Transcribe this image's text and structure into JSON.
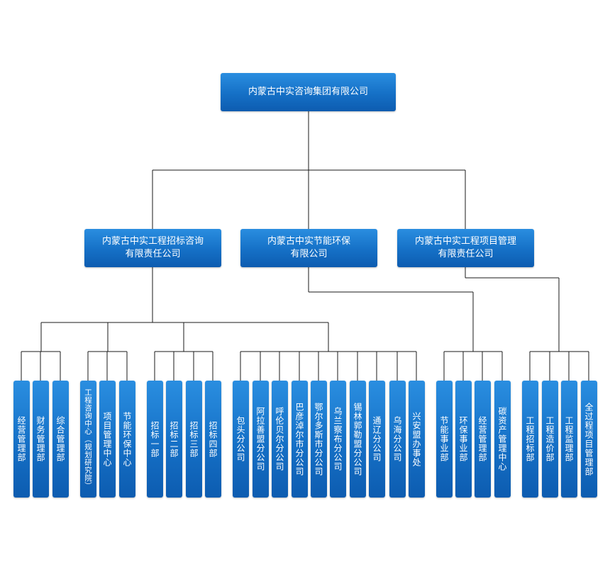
{
  "root": {
    "label": "内蒙古中实咨询集团有限公司"
  },
  "companies": [
    {
      "line1": "内蒙古中实工程招标咨询",
      "line2": "有限责任公司"
    },
    {
      "line1": "内蒙古中实节能环保",
      "line2": "有限公司"
    },
    {
      "line1": "内蒙古中实工程项目管理",
      "line2": "有限责任公司"
    }
  ],
  "departments": {
    "general": [
      "经营管理部",
      "财务管理部",
      "综合管理部"
    ],
    "consulting": [
      "工程咨询中心（规划研究院）",
      "项目管理中心",
      "节能环保中心"
    ],
    "bidding": [
      "招标一部",
      "招标二部",
      "招标三部",
      "招标四部"
    ],
    "branches": [
      "包头分公司",
      "阿拉善盟分公司",
      "呼伦贝尔分公司",
      "巴彦淖尔市分公司",
      "鄂尔多斯市分公司",
      "乌兰察布分公司",
      "锡林郭勒盟分公司",
      "通辽分公司",
      "乌海分公司",
      "兴安盟办事处"
    ],
    "energy": [
      "节能事业部",
      "环保事业部",
      "经营管理部",
      "碳资产管理中心"
    ],
    "project": [
      "工程招标部",
      "工程造价部",
      "工程监理部",
      "全过程项目管理部"
    ]
  }
}
